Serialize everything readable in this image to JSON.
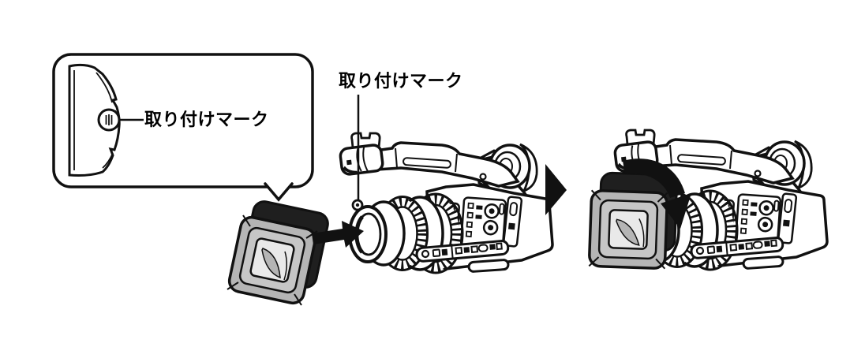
{
  "figure_type": "instruction-diagram-lens-hood-attachment",
  "labels": {
    "callout_mark": "取り付けマーク",
    "lens_mark": "取り付けマーク"
  },
  "icons": {
    "attachment_mark": "circle-dot-mark",
    "attach_arrow": "solid-arrow-right",
    "next_step_arrow": "solid-triangle-right",
    "rotate_arrow": "curved-rotation-arrow"
  },
  "theme": {
    "background": "#ffffff",
    "line": "#111111",
    "text": "#000000",
    "hood_gray": "#b5b5b5",
    "hood_dark": "#1f1f1f",
    "hood_bevel": "#c6c6c6",
    "hood_opening": "#e9e9e9"
  }
}
